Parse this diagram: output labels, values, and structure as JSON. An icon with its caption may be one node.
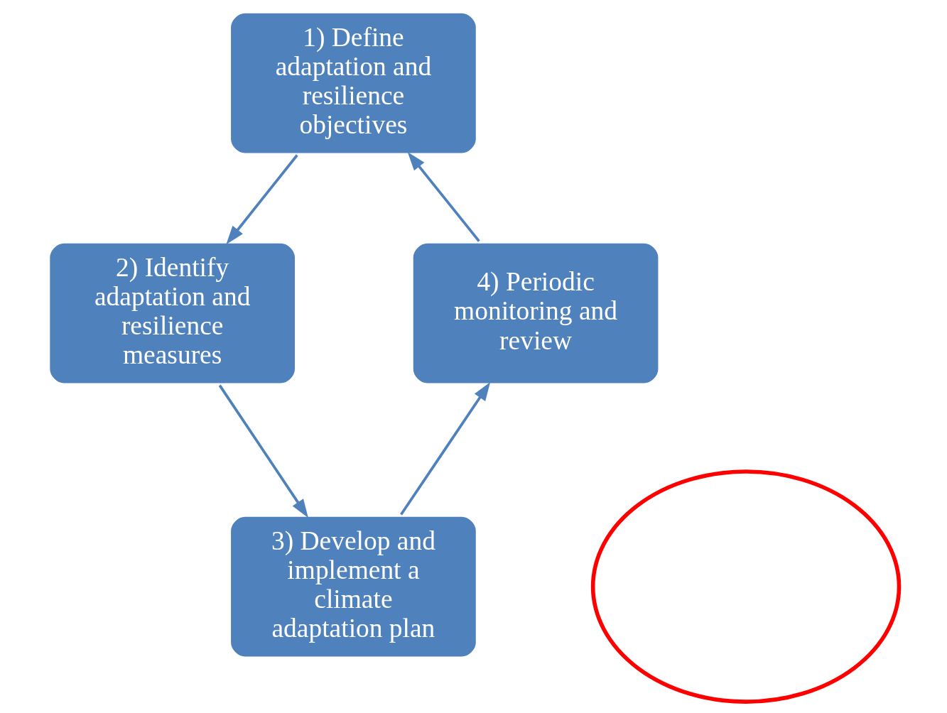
{
  "diagram": {
    "nodes": [
      {
        "text": [
          "1) Define adaptation and resilience objectives"
        ]
      },
      {
        "text": [
          "2) Identify adaptation and resilience measures"
        ]
      },
      {
        "text": [
          "3) Develop and implement a climate adaptation plan"
        ]
      },
      {
        "text": [
          "4) Periodic monitoring and review"
        ]
      },
      {
        "text": [],
        "shape": "ellipse"
      }
    ],
    "edges": [
      {
        "from": 0,
        "to": 1,
        "arrow": "to"
      },
      {
        "from": 1,
        "to": 2,
        "arrow": "to"
      },
      {
        "from": 2,
        "to": 3,
        "arrow": "to"
      },
      {
        "from": 3,
        "to": 0,
        "arrow": "to"
      }
    ]
  }
}
